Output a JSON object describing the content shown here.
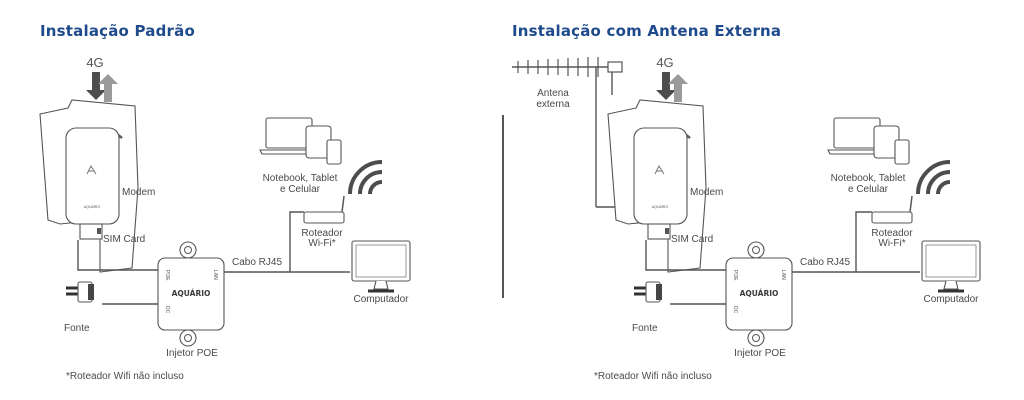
{
  "panels": [
    {
      "title": "Instalação Padrão",
      "signal": "4G",
      "modem_label": "Modem",
      "modem_brand": "AQUÁRIO",
      "sim_label": "SIM Card",
      "devices_label_1": "Notebook, Tablet",
      "devices_label_2": "e Celular",
      "router_label_1": "Roteador",
      "router_label_2": "Wi-Fi*",
      "cable_label": "Cabo RJ45",
      "injector_brand": "AQUÁRIO",
      "port_poe": "POE",
      "port_lan": "LAN",
      "port_dc": "DC",
      "source_label": "Fonte",
      "injector_label": "Injetor POE",
      "computer_label": "Computador",
      "footnote": "*Roteador Wifi não incluso"
    },
    {
      "title": "Instalação com Antena Externa",
      "signal": "4G",
      "antenna_label_1": "Antena",
      "antenna_label_2": "externa",
      "modem_label": "Modem",
      "modem_brand": "AQUÁRIO",
      "sim_label": "SIM Card",
      "devices_label_1": "Notebook, Tablet",
      "devices_label_2": "e Celular",
      "router_label_1": "Roteador",
      "router_label_2": "Wi-Fi*",
      "cable_label": "Cabo RJ45",
      "injector_brand": "AQUÁRIO",
      "port_poe": "POE",
      "port_lan": "LAN",
      "port_dc": "DC",
      "source_label": "Fonte",
      "injector_label": "Injetor POE",
      "computer_label": "Computador",
      "footnote": "*Roteador Wifi não incluso"
    }
  ],
  "colors": {
    "title": "#1f4a8c",
    "line": "#555555",
    "divider": "#555555"
  }
}
